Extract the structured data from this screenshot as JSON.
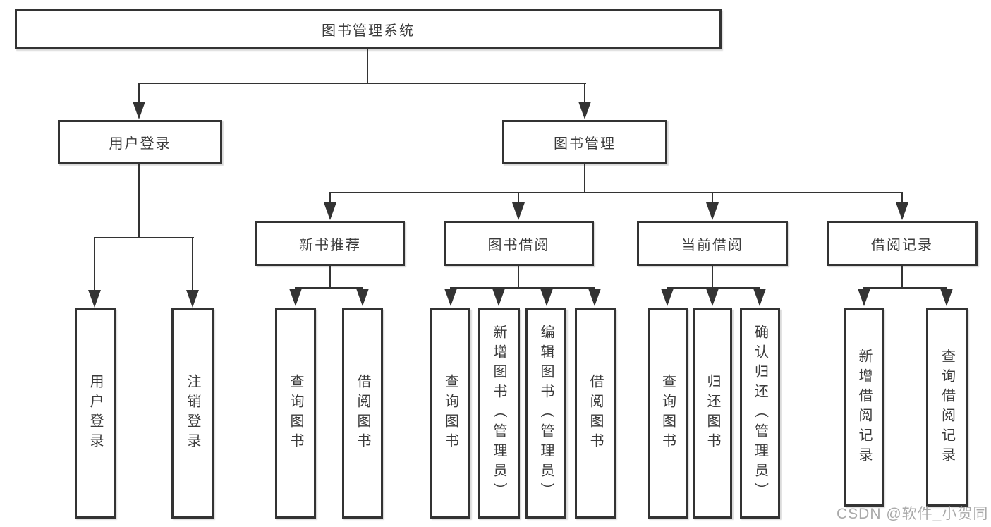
{
  "diagram": {
    "root": {
      "label": "图书管理系统"
    },
    "level2": [
      {
        "label": "用户登录"
      },
      {
        "label": "图书管理"
      }
    ],
    "level3": [
      {
        "label": "新书推荐"
      },
      {
        "label": "图书借阅"
      },
      {
        "label": "当前借阅"
      },
      {
        "label": "借阅记录"
      }
    ],
    "leaves": [
      {
        "label": "用户登录"
      },
      {
        "label": "注销登录"
      },
      {
        "label": "查询图书"
      },
      {
        "label": "借阅图书"
      },
      {
        "label": "查询图书"
      },
      {
        "label": "新增图书（管理员）"
      },
      {
        "label": "编辑图书（管理员）"
      },
      {
        "label": "借阅图书"
      },
      {
        "label": "查询图书"
      },
      {
        "label": "归还图书"
      },
      {
        "label": "确认归还（管理员）"
      },
      {
        "label": "新增借阅记录"
      },
      {
        "label": "查询借阅记录"
      }
    ],
    "hierarchy": {
      "图书管理系统": [
        "用户登录",
        "图书管理"
      ],
      "用户登录": [
        "用户登录",
        "注销登录"
      ],
      "图书管理": [
        "新书推荐",
        "图书借阅",
        "当前借阅",
        "借阅记录"
      ],
      "新书推荐": [
        "查询图书",
        "借阅图书"
      ],
      "图书借阅": [
        "查询图书",
        "新增图书（管理员）",
        "编辑图书（管理员）",
        "借阅图书"
      ],
      "当前借阅": [
        "查询图书",
        "归还图书",
        "确认归还（管理员）"
      ],
      "借阅记录": [
        "新增借阅记录",
        "查询借阅记录"
      ]
    },
    "colors": {
      "line": "#333333",
      "text": "#3b3b3b",
      "box_background": "#ffffff",
      "watermark": "#a9a9a9"
    }
  },
  "watermark": {
    "text": "CSDN @软件_小贺同学"
  }
}
